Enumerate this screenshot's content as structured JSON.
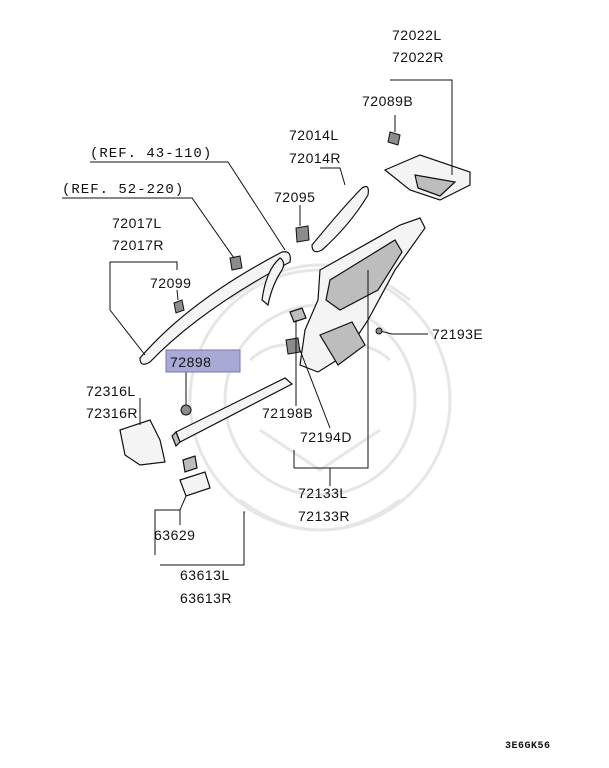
{
  "labels": {
    "p72022L": "72022L",
    "p72022R": "72022R",
    "p72089B": "72089B",
    "ref43": "(REF. 43-110)",
    "p72014L": "72014L",
    "p72014R": "72014R",
    "ref52": "(REF. 52-220)",
    "p72095": "72095",
    "p72017L": "72017L",
    "p72017R": "72017R",
    "p72099": "72099",
    "p72193E": "72193E",
    "p72898": "72898",
    "p72316L": "72316L",
    "p72316R": "72316R",
    "p72198B": "72198B",
    "p72194D": "72194D",
    "p72133L": "72133L",
    "p72133R": "72133R",
    "p63629": "63629",
    "p63613L": "63613L",
    "p63613R": "63613R"
  },
  "diagram_code": "3E6GK56",
  "colors": {
    "highlight_fill": "#a9a9d6",
    "highlight_border": "#7777b3"
  }
}
